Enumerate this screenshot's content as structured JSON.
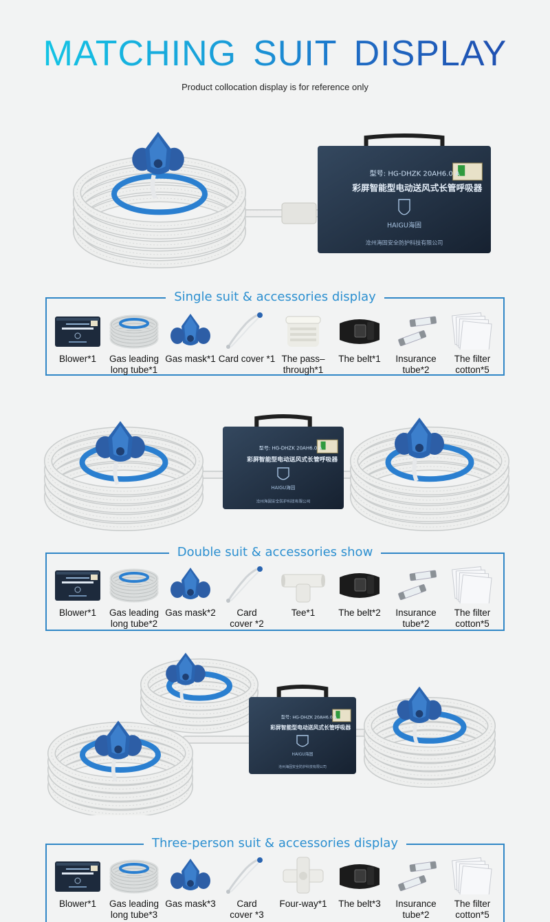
{
  "header": {
    "title_words": [
      "MATCHING",
      "SUIT",
      "DISPLAY"
    ],
    "subtitle": "Product collocation display is for reference only"
  },
  "device": {
    "model": "型号: HG-DHZK 20AH6.0 A",
    "name_cn": "彩屏智能型电动送风式长管呼吸器",
    "brand": "HAIGU海固",
    "company": "沧州海固安全防护科技有限公司"
  },
  "sections": [
    {
      "title": "Single suit & accessories display",
      "items": [
        {
          "icon": "blower-icon",
          "label": [
            "Blower*1"
          ]
        },
        {
          "icon": "tube-coil-icon",
          "label": [
            "Gas leading",
            "long tube*1"
          ]
        },
        {
          "icon": "gas-mask-icon",
          "label": [
            "Gas mask*1"
          ]
        },
        {
          "icon": "card-cover-icon",
          "label": [
            "Card cover *1"
          ]
        },
        {
          "icon": "pass-through-icon",
          "label": [
            "The pass–",
            "through*1"
          ]
        },
        {
          "icon": "belt-icon",
          "label": [
            "The belt*1"
          ]
        },
        {
          "icon": "fuse-tube-icon",
          "label": [
            "Insurance",
            "tube*2"
          ]
        },
        {
          "icon": "filter-cotton-icon",
          "label": [
            "The filter",
            "cotton*5"
          ]
        }
      ]
    },
    {
      "title": "Double suit & accessories show",
      "items": [
        {
          "icon": "blower-icon",
          "label": [
            "Blower*1"
          ]
        },
        {
          "icon": "tube-coil-icon",
          "label": [
            "Gas leading",
            "long tube*2"
          ]
        },
        {
          "icon": "gas-mask-icon",
          "label": [
            "Gas mask*2"
          ]
        },
        {
          "icon": "card-cover-icon",
          "label": [
            "Card",
            "cover *2"
          ]
        },
        {
          "icon": "tee-icon",
          "label": [
            "Tee*1"
          ]
        },
        {
          "icon": "belt-icon",
          "label": [
            "The belt*2"
          ]
        },
        {
          "icon": "fuse-tube-icon",
          "label": [
            "Insurance",
            "tube*2"
          ]
        },
        {
          "icon": "filter-cotton-icon",
          "label": [
            "The filter",
            "cotton*5"
          ]
        }
      ]
    },
    {
      "title": "Three-person suit & accessories display",
      "items": [
        {
          "icon": "blower-icon",
          "label": [
            "Blower*1"
          ]
        },
        {
          "icon": "tube-coil-icon",
          "label": [
            "Gas leading",
            "long tube*3"
          ]
        },
        {
          "icon": "gas-mask-icon",
          "label": [
            "Gas mask*3"
          ]
        },
        {
          "icon": "card-cover-icon",
          "label": [
            "Card",
            "cover *3"
          ]
        },
        {
          "icon": "four-way-icon",
          "label": [
            "Four-way*1"
          ]
        },
        {
          "icon": "belt-icon",
          "label": [
            "The belt*3"
          ]
        },
        {
          "icon": "fuse-tube-icon",
          "label": [
            "Insurance",
            "tube*2"
          ]
        },
        {
          "icon": "filter-cotton-icon",
          "label": [
            "The filter",
            "cotton*5"
          ]
        }
      ]
    }
  ],
  "colors": {
    "accent_blue": "#2f86c6",
    "box_navy": "#1d2a3c",
    "mask_blue": "#2a64b0",
    "background": "#f2f3f3"
  }
}
